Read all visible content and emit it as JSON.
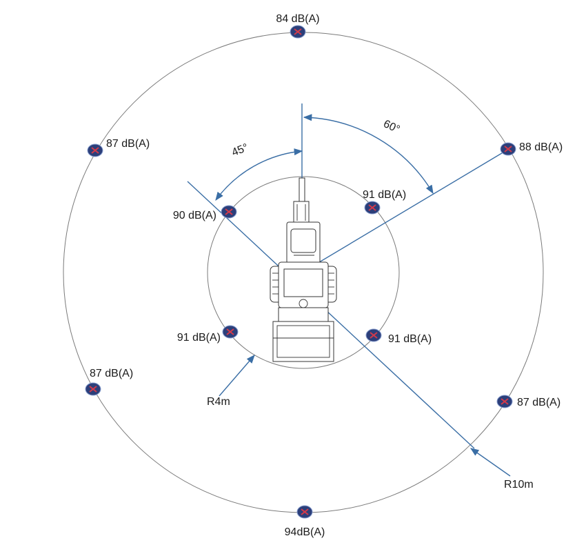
{
  "colors": {
    "ring": "#7a7a7a",
    "axis": "#3a6ea5",
    "marker_fill": "#2c3f7a",
    "marker_cross": "#d33a4a",
    "text": "#1a1a1a"
  },
  "radii": {
    "inner": "R4m",
    "outer": "R10m"
  },
  "angles": {
    "left": "45°",
    "right": "60°"
  },
  "measurement_points": [
    {
      "ring": "outer",
      "label": "84 dB(A)"
    },
    {
      "ring": "outer",
      "label": "88 dB(A)"
    },
    {
      "ring": "outer",
      "label": "87 dB(A)"
    },
    {
      "ring": "outer",
      "label": "94dB(A)"
    },
    {
      "ring": "outer",
      "label": "87 dB(A)"
    },
    {
      "ring": "outer",
      "label": "87 dB(A)"
    },
    {
      "ring": "inner",
      "label": "91 dB(A)"
    },
    {
      "ring": "inner",
      "label": "91 dB(A)"
    },
    {
      "ring": "inner",
      "label": "91 dB(A)"
    },
    {
      "ring": "inner",
      "label": "90 dB(A)"
    }
  ]
}
